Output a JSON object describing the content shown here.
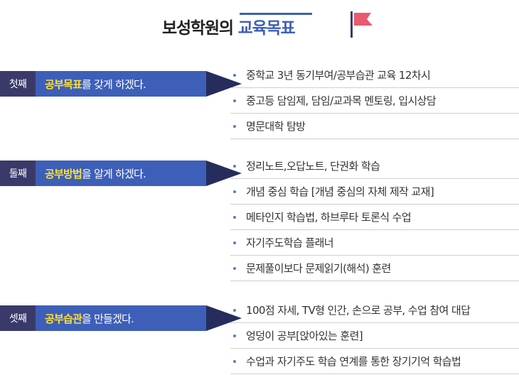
{
  "title": {
    "main": "보성학원의",
    "accent": "교육목표"
  },
  "colors": {
    "accent": "#3d5fb8",
    "ordinal_bg": "#3a3a6a",
    "highlight": "#ffe033",
    "flag": "#e95a6e"
  },
  "goals": [
    {
      "ordinal": "첫째",
      "highlight": "공부목표",
      "rest": "를 갖게 하겠다.",
      "items": [
        "중학교 3년 동기부여/공부습관 교육 12차시",
        "중고등 담임제, 담임/교과목 멘토링, 입시상담",
        "명문대학 탐방"
      ]
    },
    {
      "ordinal": "둘째",
      "highlight": "공부방법",
      "rest": "을 알게 하겠다.",
      "items": [
        "정리노트,오답노트, 단권화 학습",
        "개념 중심 학습 [개념 중심의 자체 제작 교재]",
        "메타인지 학습법, 하브루타 토론식 수업",
        "자기주도학습 플래너",
        "문제풀이보다 문제읽기(해석) 훈련"
      ]
    },
    {
      "ordinal": "셋째",
      "highlight": "공부습관",
      "rest": "을 만들겠다.",
      "items": [
        "100점 자세, TV형 인간, 손으로 공부, 수업 참여 대답",
        "엉덩이 공부[앉아있는 훈련]",
        "수업과 자기주도 학습 연계를 통한 장기기억 학습법"
      ]
    }
  ]
}
